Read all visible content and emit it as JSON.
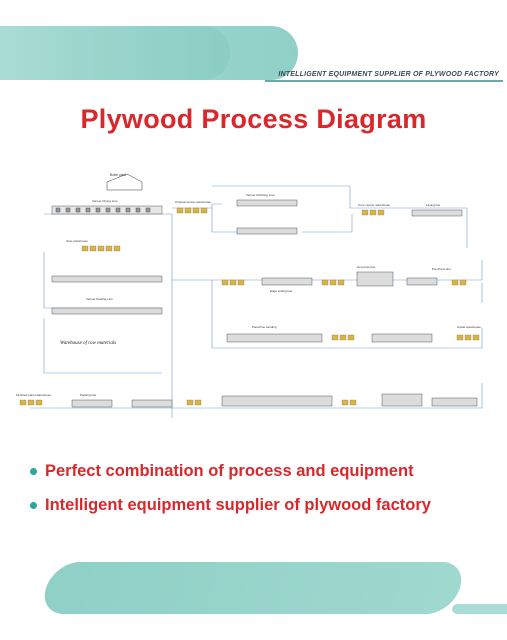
{
  "header": {
    "tagline": "INTELLIGENT EQUIPMENT SUPPLIER OF PLYWOOD FACTORY"
  },
  "title": "Plywood Process Diagram",
  "diagram": {
    "labels": {
      "boiler": "Boiler plant",
      "veneer_drying": "Veneer Drying Line",
      "glue_warehouse": "Glue warehouse",
      "original_veneer": "Original veneer warehouse",
      "veneer_splicing": "Veneer Patching Line",
      "core_veneer": "Core veneer warehouse",
      "laying_line": "Laying line",
      "peeling_line": "Veneer Peeling Line",
      "raw_materials": "Warehouse of raw materials",
      "finished_warehouse": "Finished panel warehouse",
      "packing_line": "Packing line",
      "hot_press": "Hot press line",
      "pre_press": "Pre-Press line",
      "sanding": "Panel line sanding",
      "edge_trimming": "Edge cutting line",
      "grade_warehouse": "Grade warehouse"
    }
  },
  "bullets": [
    "Perfect combination of process and equipment",
    "Intelligent equipment supplier of plywood factory"
  ],
  "colors": {
    "title": "#d9282c",
    "accent": "#8fd0c6",
    "bullet": "#2aa79b"
  }
}
